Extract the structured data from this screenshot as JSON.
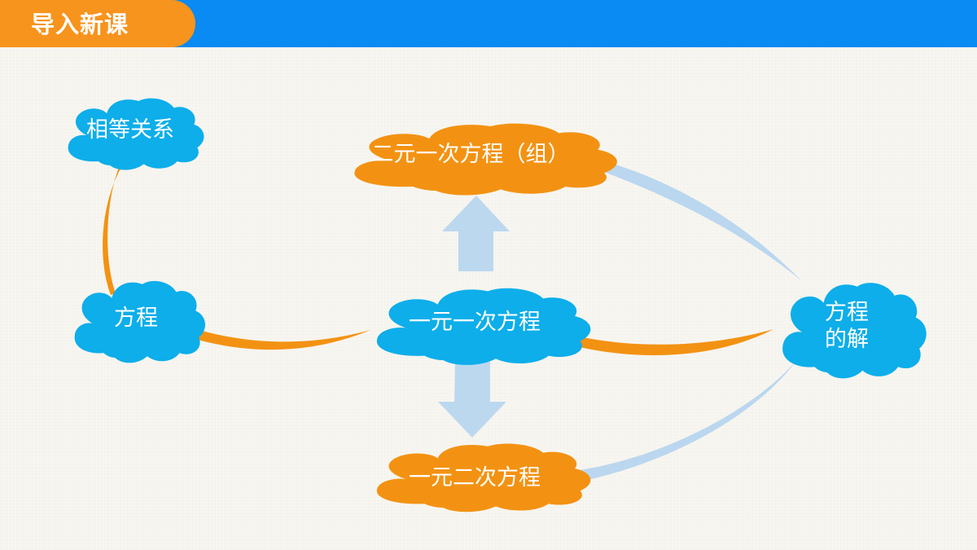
{
  "header": {
    "title": "导入新课"
  },
  "colors": {
    "header_blue": "#0a8af3",
    "header_orange": "#f7941d",
    "cloud_blue": "#0daeea",
    "cloud_orange": "#f39212",
    "arrow_blue": "#bcd8ef",
    "connector_orange": "#f39212",
    "connector_blue": "#bad7ef"
  },
  "nodes": {
    "equal_relation": "相等关系",
    "equation": "方程",
    "linear_one_var": "一元一次方程",
    "linear_two_var": "二元一次方程（组）",
    "quadratic_one_var": "一元二次方程",
    "solution_line1": "方程",
    "solution_line2": "的解"
  }
}
